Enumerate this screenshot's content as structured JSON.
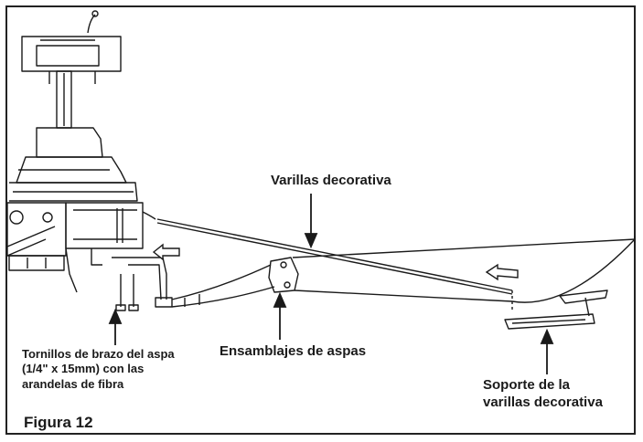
{
  "labels": {
    "varillas_decorativa": "Varillas decorativa",
    "tornillos_line1": "Tornillos de brazo del aspa",
    "tornillos_line2": "(1/4\" x 15mm) con las",
    "tornillos_line3": "arandelas de fibra",
    "ensamblajes": "Ensamblajes de aspas",
    "soporte_line1": "Soporte de la",
    "soporte_line2": "varillas decorativa",
    "figura": "Figura 12"
  },
  "colors": {
    "ink": "#1a1a1a",
    "background": "#ffffff",
    "arrow_fill": "#ffffff"
  }
}
